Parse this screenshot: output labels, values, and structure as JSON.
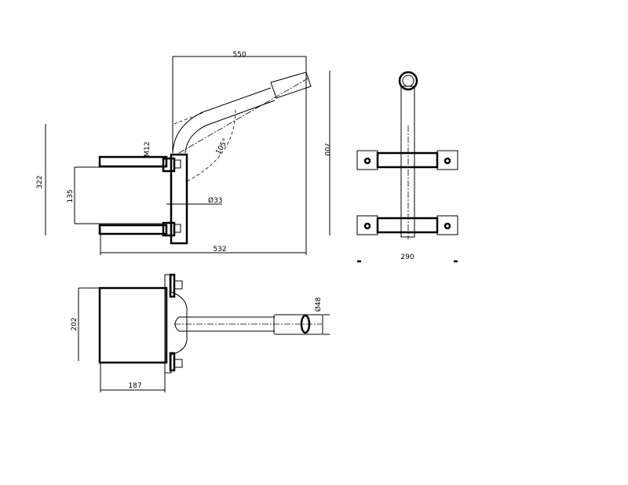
{
  "side_view": {
    "width_top": "550",
    "height_right": "700",
    "height_left": "322",
    "clamp_gap": "135",
    "bolt": "M12",
    "pipe_diameter": "Ø33",
    "angle": "105°",
    "width_bottom": "532"
  },
  "front_view": {
    "width": "290"
  },
  "top_view": {
    "height": "202",
    "depth": "187",
    "sleeve_diameter": "Ø48"
  }
}
